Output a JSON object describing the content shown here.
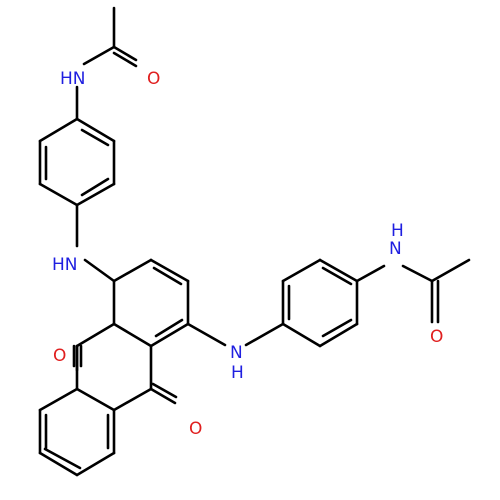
{
  "colors": {
    "background": "#ffffff",
    "bond": "#000000",
    "nitrogen": "#1f1fe0",
    "oxygen": "#e01f1f"
  },
  "labels": {
    "amide_nh_top": "HN",
    "amide_o_top": "O",
    "amine_nh_upper": "HN",
    "amide_nh_right_n": "N",
    "amide_nh_right_h": "H",
    "amide_o_right": "O",
    "amine_nh_lower_n": "N",
    "amine_nh_lower_h": "H",
    "quinone_o_left": "O",
    "quinone_o_right": "O"
  }
}
